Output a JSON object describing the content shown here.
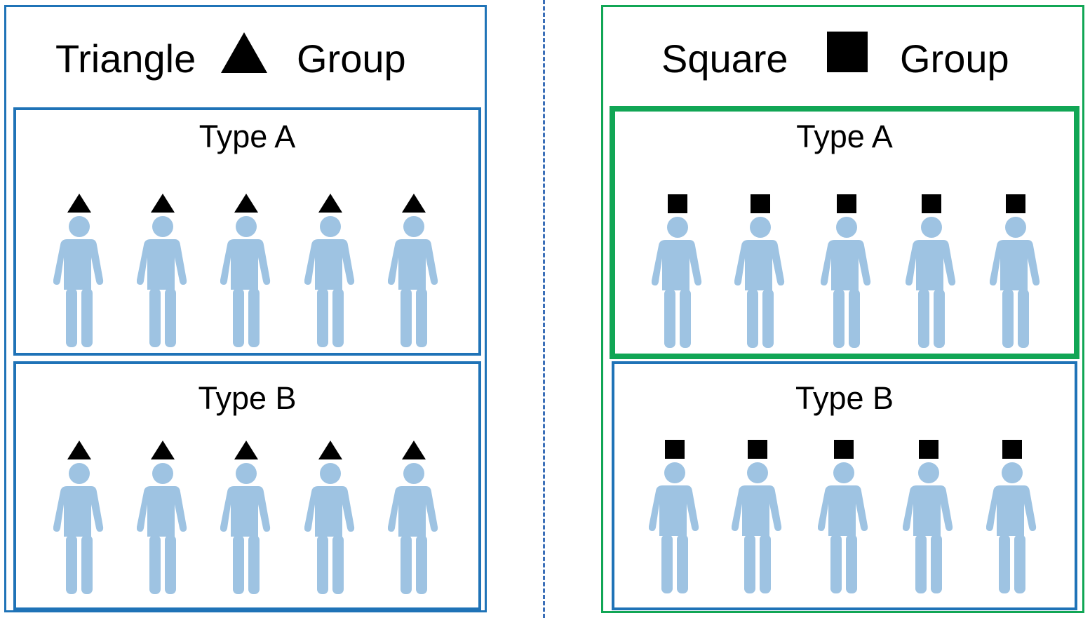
{
  "colors": {
    "blue_border": "#1f73b7",
    "green_border": "#11a655",
    "person": "#9ec3e2",
    "divider": "#3b6fb8",
    "marker": "#000000"
  },
  "groups": [
    {
      "name": "triangle-group",
      "title_left": "Triangle",
      "title_right": "Group",
      "marker_icon": "triangle-icon",
      "types": [
        {
          "label": "Type A",
          "person_count": 5,
          "highlighted": false
        },
        {
          "label": "Type B",
          "person_count": 5,
          "highlighted": false
        }
      ]
    },
    {
      "name": "square-group",
      "title_left": "Square",
      "title_right": "Group",
      "marker_icon": "square-icon",
      "types": [
        {
          "label": "Type A",
          "person_count": 5,
          "highlighted": true
        },
        {
          "label": "Type B",
          "person_count": 5,
          "highlighted": false
        }
      ]
    }
  ]
}
